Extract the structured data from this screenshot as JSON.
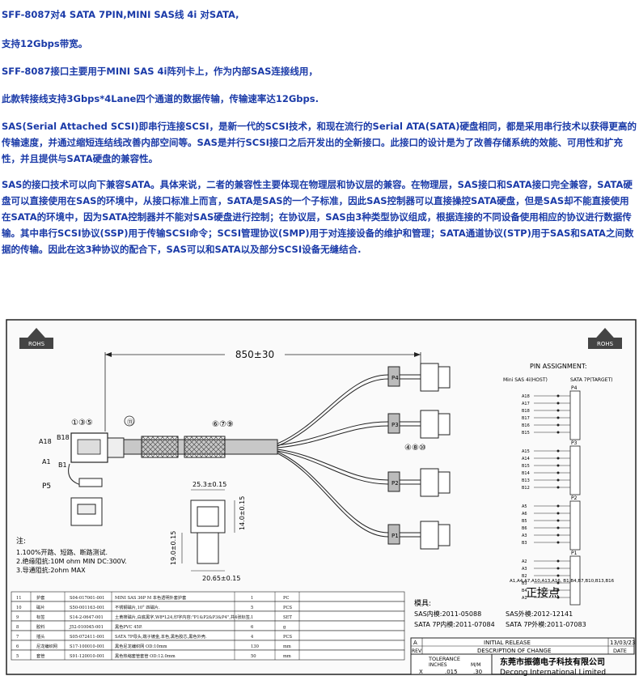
{
  "paragraphs": [
    "SFF-8087对4 SATA 7PIN,MINI SAS线 4i 对SATA,",
    "支持12Gbps带宽。",
    "SFF-8087接口主要用于MINI SAS 4i阵列卡上，作为内部SAS连接线用，",
    "此款转接线支持3Gbps*4Lane四个通道的数据传输，传输速率达12Gbps.",
    "SAS(Serial Attached SCSI)即串行连接SCSI，是新一代的SCSI技术，和现在流行的Serial ATA(SATA)硬盘相同，都是采用串行技术以获得更高的传输速度，并通过缩短连结线改善内部空间等。SAS是并行SCSI接口之后开发出的全新接口。此接口的设计是为了改善存储系统的效能、可用性和扩充性，并且提供与SATA硬盘的兼容性。",
    "SAS的接口技术可以向下兼容SATA。具体来说，二者的兼容性主要体现在物理层和协议层的兼容。在物理层，SAS接口和SATA接口完全兼容，SATA硬盘可以直接使用在SAS的环境中，从接口标准上而言，SATA是SAS的一个子标准，因此SAS控制器可以直接操控SATA硬盘，但是SAS却不能直接使用在SATA的环境中，因为SATA控制器并不能对SAS硬盘进行控制；在协议层，SAS由3种类型协议组成，根据连接的不同设备使用相应的协议进行数据传输。其中串行SCSI协议(SSP)用于传输SCSI命令；SCSI管理协议(SMP)用于对连接设备的维护和管理；SATA通道协议(STP)用于SAS和SATA之间数据的传输。因此在这3种协议的配合下，SAS可以和SATA以及部分SCSI设备无缝结合."
  ],
  "drawing": {
    "rohs": "ROHS",
    "length": "850±30",
    "pin_assignment": "PIN ASSIGNMENT:",
    "mini_sas_col": "Mini SAS 4i(HOST)",
    "sata_col": "SATA 7P(TARGET)",
    "connector_label_p5": "P5",
    "connector_labels": [
      "P4",
      "P3",
      "P2",
      "P1"
    ],
    "pin_labels_a18": "A18",
    "pin_labels_b18": "B18",
    "pin_labels_a1": "A1",
    "pin_labels_b1": "B1",
    "balloons_left": "①③⑤",
    "balloons_mid": "④⑧⑩",
    "balloons_right": "⑥⑦⑨",
    "balloon_11": "⑪",
    "dim_width": "25.3±0.15",
    "dim_height": "14.0±0.15",
    "dim_side": "19.0±0.15",
    "dim_bottom": "20.65±0.15",
    "front_label": "正接点",
    "p1_pins": "A1,A4,A7,A10,A13,A16,\nB1,B4,B7,B10,B13,B16",
    "pin_groups": [
      {
        "name": "P4",
        "pins": [
          "A18",
          "A17",
          "B18",
          "B17",
          "B16",
          "B15"
        ]
      },
      {
        "name": "P3",
        "pins": [
          "A15",
          "A14",
          "B15",
          "B14",
          "B13",
          "B12"
        ]
      },
      {
        "name": "P2",
        "pins": [
          "A5",
          "A6",
          "B5",
          "B6",
          "A3",
          "B3"
        ]
      },
      {
        "name": "P1",
        "pins": [
          "A2",
          "A3",
          "B2",
          "B3",
          "B4",
          "A1"
        ]
      }
    ]
  },
  "notes": {
    "title": "注:",
    "items": [
      "1.100%开路、短路、断路测试.",
      "2.绝缘阻抗:10M ohm MIN DC:300V.",
      "3.导通阻抗:2ohm MAX"
    ]
  },
  "bom": [
    {
      "no": "11",
      "name": "护套",
      "code": "S04-017001-001",
      "desc": "MINI SAS 36P M 本色透明外套护套",
      "qty": "1",
      "unit": "PC"
    },
    {
      "no": "10",
      "name": "磁片",
      "code": "S50-001163-001",
      "desc": "不锈钢磁片,10° 四磁片.",
      "qty": "5",
      "unit": "PCS"
    },
    {
      "no": "9",
      "name": "标签",
      "code": "S14-2-0647-001",
      "desc": "土黄搜磁片,白底黑字,W8*L24,印字内容:\"P1&P2&P3&P4\",共4张标签.",
      "qty": "1",
      "unit": "SET"
    },
    {
      "no": "8",
      "name": "胶料",
      "code": "J52-010045-001",
      "desc": "黑色PVC 45P.",
      "qty": "6",
      "unit": "g"
    },
    {
      "no": "7",
      "name": "插头",
      "code": "S05-072411-001",
      "desc": "SATA 7P母头,端子镀金,本色,黑色胶芯,黑色外壳.",
      "qty": "4",
      "unit": "PCS"
    },
    {
      "no": "6",
      "name": "尼龙编织网",
      "code": "S17-100010-001",
      "desc": "黑色尼龙编织网 OD:10mm",
      "qty": "130",
      "unit": "mm"
    },
    {
      "no": "5",
      "name": "套管",
      "code": "S91-120010-001",
      "desc": "黑色热缩套管套管 OD:12.0mm",
      "qty": "50",
      "unit": "mm"
    }
  ],
  "models": {
    "title": "模具:",
    "line1_left": "SAS内模:2011-05088",
    "line1_right": "SAS外模:2012-12141",
    "line2_left": "SATA 7P内模:2011-07084",
    "line2_right": "SATA 7P外模:2011-07083"
  },
  "revision": {
    "rev_a": "A",
    "initial_release": "INITIAL RELEASE",
    "date": "13/03/23",
    "rev": "REV",
    "desc_change": "DESCRIPTION OF CHANGE",
    "date_label": "DATE",
    "tolerance": "TOLERANCE",
    "inches": "INCHES",
    "mm": "M/M",
    "x": "X",
    "tol1": ".015",
    "tol2": ".30"
  },
  "company": {
    "cn": "东莞市振德电子科技有限公司",
    "en": "Decong International Limited"
  },
  "colors": {
    "text_blue": "#1a3aa8",
    "line": "#222222"
  }
}
